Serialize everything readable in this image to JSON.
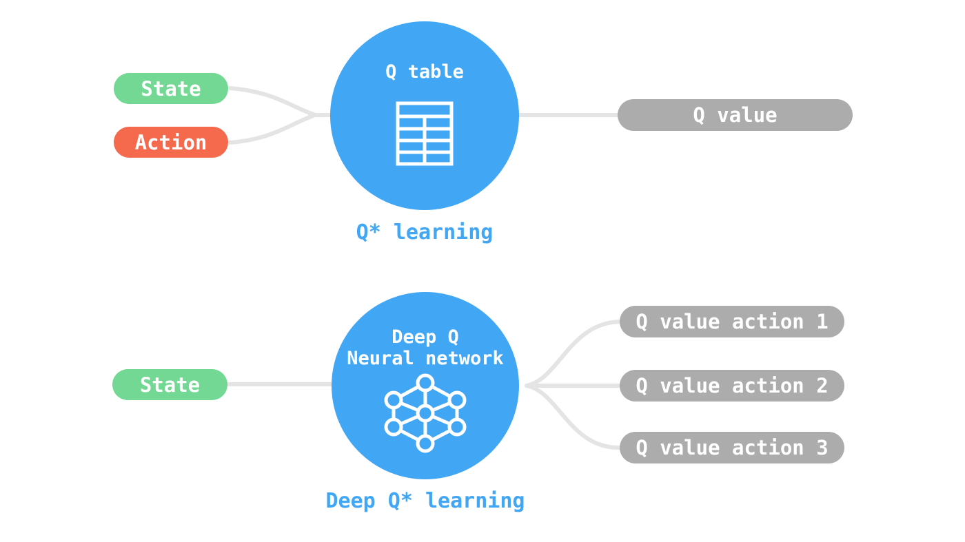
{
  "colors": {
    "node_blue": "#41A7F5",
    "state_green": "#72D893",
    "action_orange": "#F5694D",
    "output_gray": "#ACACAC",
    "connector_gray": "#E4E4E4",
    "text_white": "#FFFFFF",
    "background": "#FFFFFF"
  },
  "q_learning": {
    "caption": "Q* learning",
    "node_title": "Q table",
    "node_icon": "q-table-icon",
    "inputs": [
      {
        "label": "State"
      },
      {
        "label": "Action"
      }
    ],
    "outputs": [
      {
        "label": "Q value"
      }
    ]
  },
  "deep_q_learning": {
    "caption": "Deep Q* learning",
    "node_title": "Deep Q\nNeural network",
    "node_icon": "neural-network-icon",
    "inputs": [
      {
        "label": "State"
      }
    ],
    "outputs": [
      {
        "label": "Q value action 1"
      },
      {
        "label": "Q value action 2"
      },
      {
        "label": "Q value action 3"
      }
    ]
  }
}
